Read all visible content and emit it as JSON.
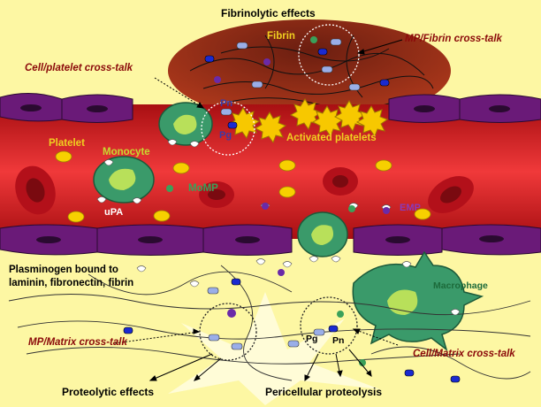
{
  "labels": {
    "fibrinolytic_effects": "Fibrinolytic effects",
    "fibrin": "Fibrin",
    "mp_fibrin": "MP/Fibrin cross-talk",
    "cell_platelet": "Cell/platelet cross-talk",
    "pn_top": "Pn",
    "pg_top": "Pg",
    "activated_platelets": "Activated platelets",
    "platelet": "Platelet",
    "monocyte": "Monocyte",
    "upa": "uPA",
    "momp": "MoMP",
    "emp": "EMP",
    "plasminogen_bound": "Plasminogen bound to laminin, fibronectin, fibrin",
    "macrophage": "Macrophage",
    "mp_matrix": "MP/Matrix cross-talk",
    "pg_bottom": "Pg",
    "pn_bottom": "Pn",
    "cell_matrix": "Cell/Matrix cross-talk",
    "proteolytic_effects": "Proteolytic effects",
    "pericellular_proteolysis": "Pericellular proteolysis"
  },
  "colors": {
    "background": "#fdf7a3",
    "vessel": "#e8262a",
    "endothelium": "#6a1a78",
    "clot": "#9a2a10",
    "platelet": "#f7d000",
    "monocyte": "#3a9a6a",
    "red_cell": "#c1121c"
  }
}
